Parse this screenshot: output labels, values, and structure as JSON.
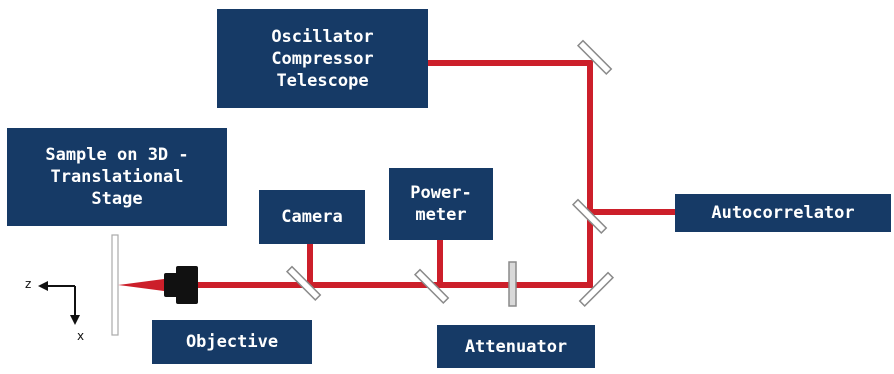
{
  "labels": {
    "oscillator": [
      "Oscillator",
      "Compressor",
      "Telescope"
    ],
    "sample": [
      "Sample on 3D -",
      "Translational",
      "Stage"
    ],
    "camera": "Camera",
    "powermeter": [
      "Power-",
      "meter"
    ],
    "autocorrelator": "Autocorrelator",
    "objective": "Objective",
    "attenuator": "Attenuator",
    "axis_z": "z",
    "axis_x": "x"
  },
  "colors": {
    "box": "#163a66",
    "box_text": "#ffffff",
    "beam": "#cc1f2a",
    "mirror_fill": "#ffffff",
    "mirror_stroke": "#8a8a8a",
    "objective": "#111111"
  }
}
